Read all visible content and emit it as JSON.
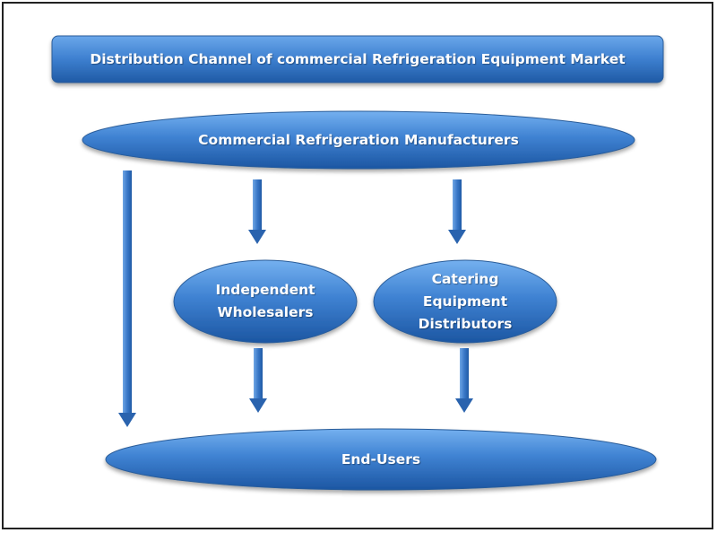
{
  "diagram": {
    "title": "Distribution Channel of commercial Refrigeration Equipment Market",
    "nodes": {
      "manufacturers": "Commercial Refrigeration Manufacturers",
      "wholesalers": "Independent\nWholesalers",
      "distributors": "Catering\nEquipment\nDistributors",
      "end_users": "End-Users"
    },
    "edges": [
      {
        "from": "manufacturers",
        "to": "end_users"
      },
      {
        "from": "manufacturers",
        "to": "wholesalers"
      },
      {
        "from": "manufacturers",
        "to": "distributors"
      },
      {
        "from": "wholesalers",
        "to": "end_users"
      },
      {
        "from": "distributors",
        "to": "end_users"
      }
    ],
    "colors": {
      "fill_light": "#5b9be0",
      "fill_dark": "#1e5aa8",
      "stroke": "#2a5d9a"
    }
  }
}
